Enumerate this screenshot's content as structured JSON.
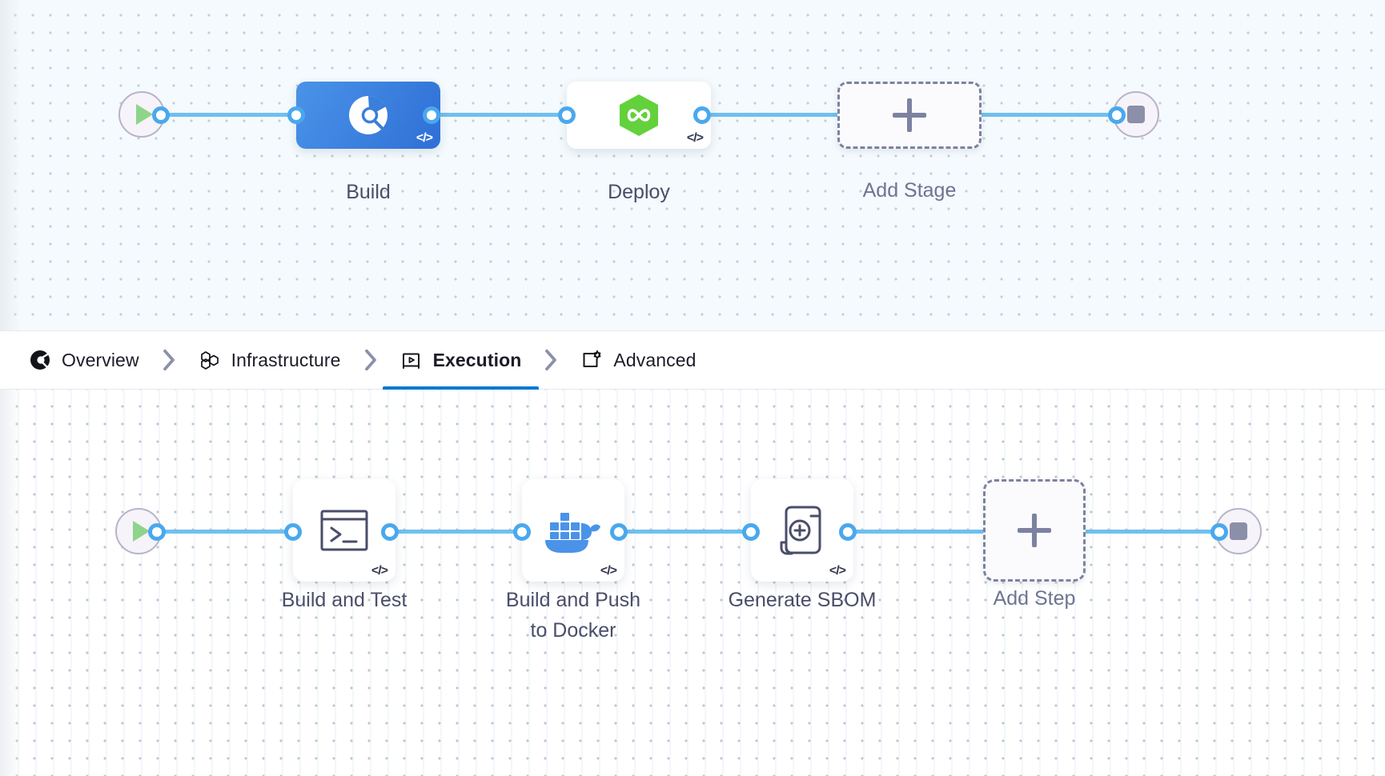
{
  "stage_graph": {
    "start_icon": "play-icon",
    "end_icon": "stop-icon",
    "nodes": [
      {
        "id": "build",
        "label": "Build",
        "icon": "harness-ci-icon",
        "state": "selected",
        "code_badge": "</>"
      },
      {
        "id": "deploy",
        "label": "Deploy",
        "icon": "harness-cd-icon",
        "state": "default",
        "code_badge": "</>"
      },
      {
        "id": "add_stage",
        "label": "Add Stage",
        "icon": "plus-icon",
        "state": "add",
        "code_badge": ""
      }
    ]
  },
  "tabs": {
    "items": [
      {
        "id": "overview",
        "label": "Overview",
        "icon": "overview-icon",
        "active": false
      },
      {
        "id": "infrastructure",
        "label": "Infrastructure",
        "icon": "infrastructure-icon",
        "active": false
      },
      {
        "id": "execution",
        "label": "Execution",
        "icon": "execution-icon",
        "active": true
      },
      {
        "id": "advanced",
        "label": "Advanced",
        "icon": "advanced-icon",
        "active": false
      }
    ],
    "separator_icon": "chevron-right-icon",
    "active_underline_color": "#0278d5"
  },
  "step_graph": {
    "start_icon": "play-icon",
    "end_icon": "stop-icon",
    "nodes": [
      {
        "id": "build_and_test",
        "label": "Build and Test",
        "icon": "terminal-icon",
        "state": "default",
        "code_badge": "</>"
      },
      {
        "id": "build_and_push",
        "label": "Build and Push\nto Docker",
        "icon": "docker-icon",
        "state": "default",
        "code_badge": "</>"
      },
      {
        "id": "generate_sbom",
        "label": "Generate SBOM",
        "icon": "sbom-scroll-icon",
        "state": "default",
        "code_badge": "</>"
      },
      {
        "id": "add_step",
        "label": "Add Step",
        "icon": "plus-icon",
        "state": "add",
        "code_badge": ""
      }
    ]
  },
  "colors": {
    "edge": "#6fc0ef",
    "port_ring": "#4aa8ee",
    "selected_stage_start": "#4a93e8",
    "selected_stage_end": "#2f6fd6",
    "deploy_icon_green": "#63d13c",
    "docker_blue": "#4a93e8",
    "play_green": "#8fd48a",
    "stop_gray": "#8b8fa8",
    "dashed_border": "#7d82a0",
    "label_text": "#4a4e69",
    "stage_canvas_bg": "#f4fafd",
    "step_canvas_bg": "#ffffff"
  }
}
